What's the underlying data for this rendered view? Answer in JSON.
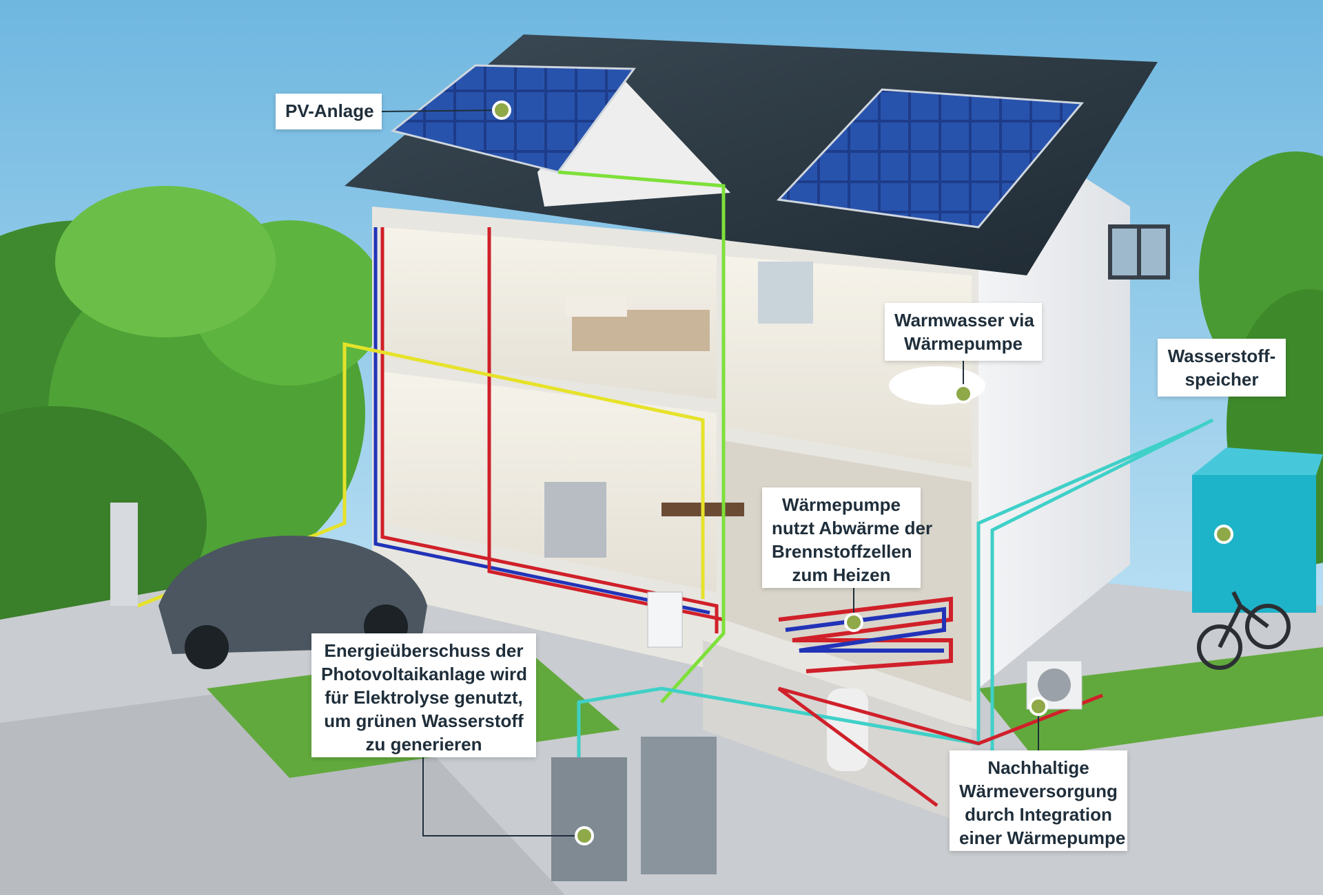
{
  "labels": {
    "pv": [
      "PV-Anlage"
    ],
    "warmwasser": [
      "Warmwasser via",
      "Wärmepumpe"
    ],
    "wasserstoffspeicher": [
      "Wasserstoff-",
      "speicher"
    ],
    "waermepumpe_abwaerme": [
      "Wärmepumpe",
      "nutzt Abwärme der",
      "Brennstoffzellen",
      "zum Heizen"
    ],
    "energieueberschuss": [
      "Energieüberschuss der",
      "Photovoltaikanlage wird",
      "für Elektrolyse genutzt,",
      "um grünen Wasserstoff",
      "zu generieren"
    ],
    "nachhaltige": [
      "Nachhaltige",
      "Wärmeversorgung",
      "durch Integration",
      "einer Wärmepumpe"
    ]
  },
  "colors": {
    "marker": "#8fa848",
    "pipe_hot": "#d0202a",
    "pipe_cold": "#2233b8",
    "pipe_electric": "#e6e22a",
    "pipe_green": "#7ee03a",
    "pipe_hydrogen": "#3fd0c8"
  }
}
